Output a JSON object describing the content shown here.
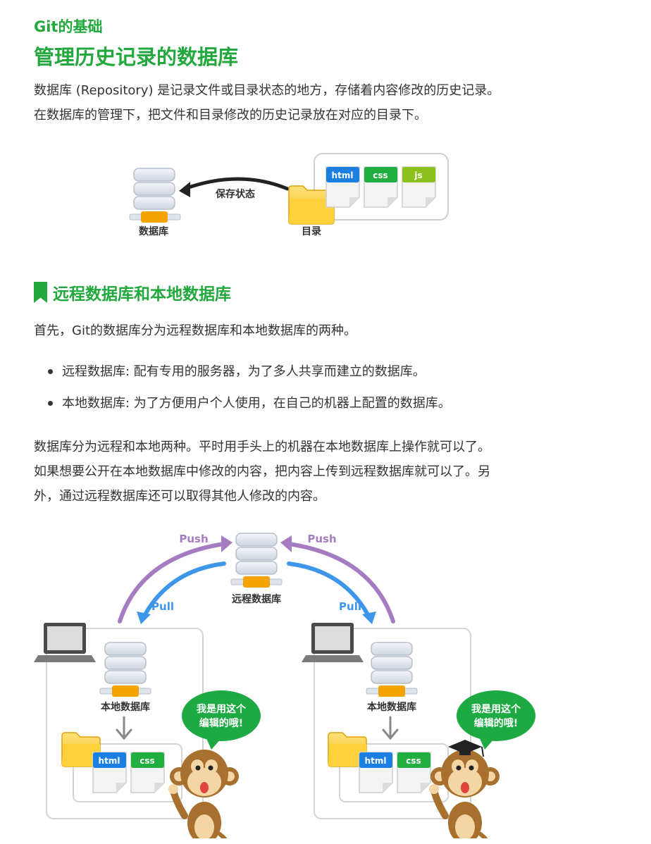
{
  "header": {
    "eyebrow": "Git的基础",
    "title": "管理历史记录的数据库"
  },
  "intro": {
    "lines": [
      "数据库 (Repository) 是记录文件或目录状态的地方，存储着内容修改的历史记录。",
      "在数据库的管理下，把文件和目录修改的历史记录放在对应的目录下。"
    ]
  },
  "figure1": {
    "database_label": "数据库",
    "arrow_label": "保存状态",
    "folder_label": "目录",
    "files": [
      "html",
      "css",
      "js"
    ]
  },
  "section": {
    "heading": "远程数据库和本地数据库",
    "lead": "首先，Git的数据库分为远程数据库和本地数据库的两种。",
    "bullets": [
      "远程数据库: 配有专用的服务器，为了多人共享而建立的数据库。",
      "本地数据库: 为了方便用户个人使用，在自己的机器上配置的数据库。"
    ],
    "para": [
      "数据库分为远程和本地两种。平时用手头上的机器在本地数据库上操作就可以了。",
      "如果想要公开在本地数据库中修改的内容，把内容上传到远程数据库就可以了。另",
      "外，通过远程数据库还可以取得其他人修改的内容。"
    ]
  },
  "figure2": {
    "remote_label": "远程数据库",
    "push_label": "Push",
    "pull_label": "Pull",
    "local_label": "本地数据库",
    "bubble_lines": [
      "我是用这个",
      "编辑的哦!"
    ],
    "files": [
      "html",
      "css"
    ]
  },
  "colors": {
    "green": "#22a83d",
    "html_tag": "#1a7fe0",
    "css_tag": "#1fae3f",
    "js_tag": "#8cc01a",
    "push_arrow": "#a57cc1",
    "pull_arrow": "#3d96ea",
    "db_slab": "#dfe3ea",
    "db_connector": "#f5a300"
  }
}
